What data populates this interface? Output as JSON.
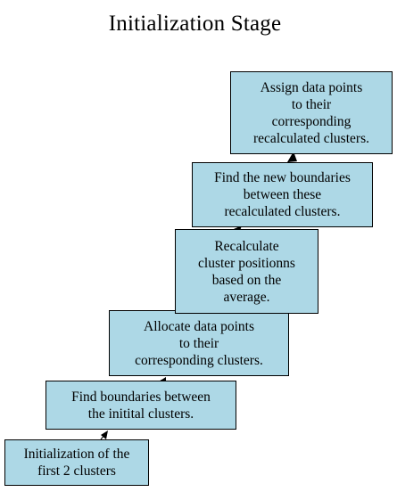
{
  "title": "Initialization Stage",
  "steps": [
    {
      "label": "Initialization of the\nfirst 2 clusters"
    },
    {
      "label": "Find boundaries between\nthe initital clusters."
    },
    {
      "label": "Allocate data points\nto their\ncorresponding clusters."
    },
    {
      "label": "Recalculate\ncluster positionns\nbased on the\naverage."
    },
    {
      "label": "Find the new boundaries\nbetween these\nrecalculated clusters."
    },
    {
      "label": "Assign data points\nto their\ncorresponding\nrecalculated clusters."
    }
  ],
  "colors": {
    "box_fill": "#add8e6",
    "box_border": "#000000",
    "arrow": "#000000"
  }
}
